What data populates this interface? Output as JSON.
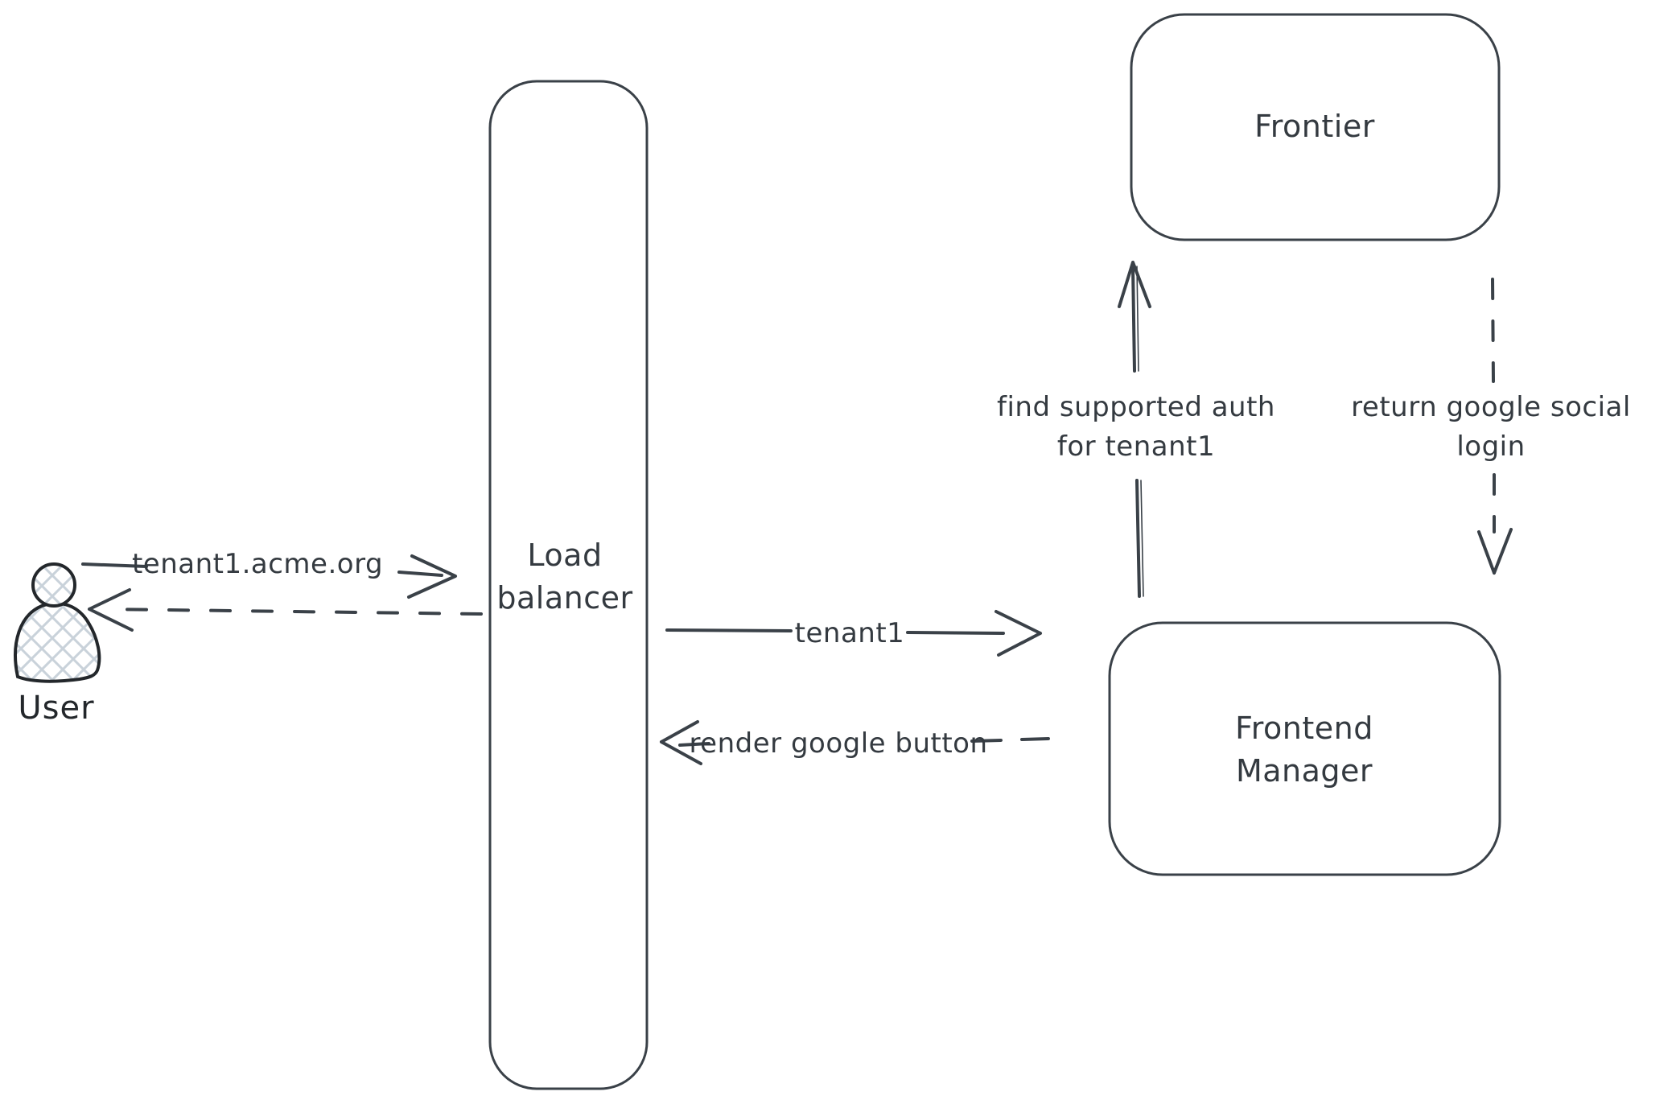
{
  "colors": {
    "stroke": "#3a4148",
    "text": "#343a40",
    "actor_outline": "#23272b",
    "hatch_fill": "#c9d2da",
    "background": "#ffffff"
  },
  "nodes": {
    "user": {
      "label": "User"
    },
    "load_balancer": {
      "label_line1": "Load",
      "label_line2": "balancer"
    },
    "frontier": {
      "label": "Frontier"
    },
    "frontend_manager": {
      "label_line1": "Frontend",
      "label_line2": "Manager"
    }
  },
  "edges": {
    "user_to_lb": {
      "label": "tenant1.acme.org",
      "style": "solid-arrow-right"
    },
    "lb_to_user": {
      "label": "",
      "style": "dashed-arrow-left"
    },
    "lb_to_fm": {
      "label": "tenant1",
      "style": "solid-arrow-right"
    },
    "fm_to_lb": {
      "label": "render google button",
      "style": "dashed-arrow-left"
    },
    "fm_to_frontier": {
      "label_line1": "find supported auth",
      "label_line2": "for tenant1",
      "style": "solid-arrow-up"
    },
    "frontier_to_fm": {
      "label_line1": "return google social",
      "label_line2": "login",
      "style": "dashed-arrow-down"
    }
  }
}
